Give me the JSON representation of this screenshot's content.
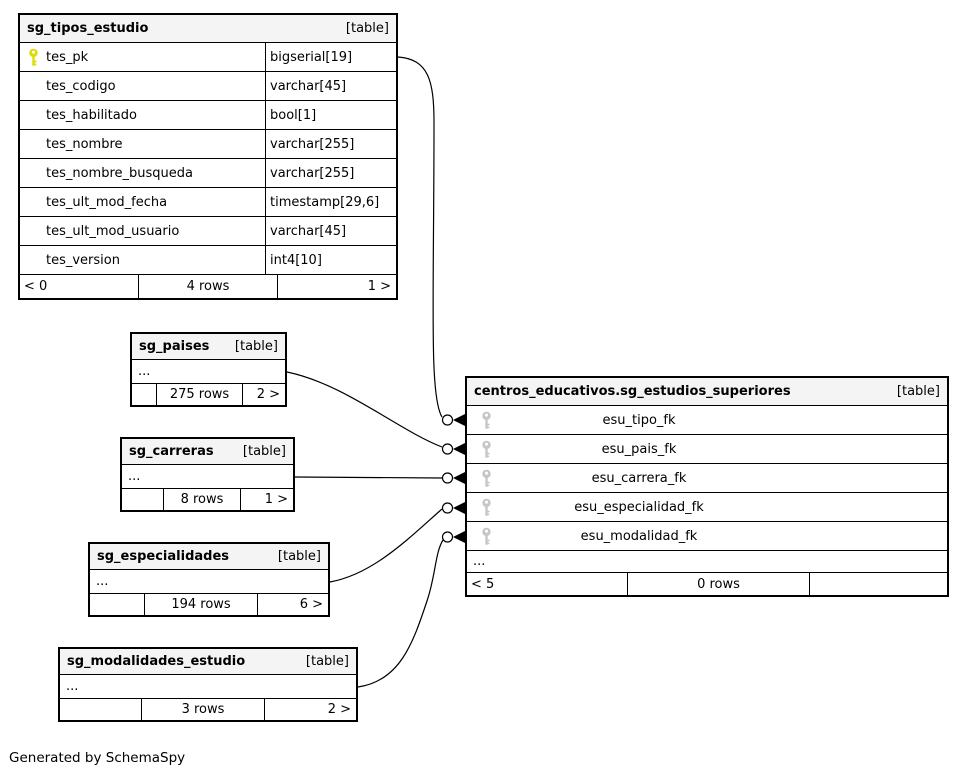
{
  "caption": "Generated by SchemaSpy",
  "colors": {
    "header_bg": "#f4f4f4",
    "border": "#000000",
    "pk_icon": "#dcdc00",
    "fk_icon": "#c6c6c6"
  },
  "tables": {
    "sg_tipos_estudio": {
      "title": "sg_tipos_estudio",
      "tag": "[table]",
      "columns": [
        {
          "name": "tes_pk",
          "type": "bigserial[19]",
          "key": "pk"
        },
        {
          "name": "tes_codigo",
          "type": "varchar[45]",
          "key": ""
        },
        {
          "name": "tes_habilitado",
          "type": "bool[1]",
          "key": ""
        },
        {
          "name": "tes_nombre",
          "type": "varchar[255]",
          "key": ""
        },
        {
          "name": "tes_nombre_busqueda",
          "type": "varchar[255]",
          "key": ""
        },
        {
          "name": "tes_ult_mod_fecha",
          "type": "timestamp[29,6]",
          "key": ""
        },
        {
          "name": "tes_ult_mod_usuario",
          "type": "varchar[45]",
          "key": ""
        },
        {
          "name": "tes_version",
          "type": "int4[10]",
          "key": ""
        }
      ],
      "footer": {
        "left": "< 0",
        "center": "4 rows",
        "right": "1 >"
      }
    },
    "sg_paises": {
      "title": "sg_paises",
      "tag": "[table]",
      "ellipsis": "...",
      "footer": {
        "left": "",
        "center": "275 rows",
        "right": "2 >"
      }
    },
    "sg_carreras": {
      "title": "sg_carreras",
      "tag": "[table]",
      "ellipsis": "...",
      "footer": {
        "left": "",
        "center": "8 rows",
        "right": "1 >"
      }
    },
    "sg_especialidades": {
      "title": "sg_especialidades",
      "tag": "[table]",
      "ellipsis": "...",
      "footer": {
        "left": "",
        "center": "194 rows",
        "right": "6 >"
      }
    },
    "sg_modalidades_estudio": {
      "title": "sg_modalidades_estudio",
      "tag": "[table]",
      "ellipsis": "...",
      "footer": {
        "left": "",
        "center": "3 rows",
        "right": "2 >"
      }
    },
    "sg_estudios_superiores": {
      "title": "centros_educativos.sg_estudios_superiores",
      "tag": "[table]",
      "columns": [
        {
          "name": "esu_tipo_fk",
          "key": "fk"
        },
        {
          "name": "esu_pais_fk",
          "key": "fk"
        },
        {
          "name": "esu_carrera_fk",
          "key": "fk"
        },
        {
          "name": "esu_especialidad_fk",
          "key": "fk"
        },
        {
          "name": "esu_modalidad_fk",
          "key": "fk"
        }
      ],
      "ellipsis": "...",
      "footer": {
        "left": "< 5",
        "center": "0 rows",
        "right": ""
      }
    }
  },
  "relationships": [
    {
      "from": "sg_tipos_estudio.tes_pk",
      "to": "centros_educativos.sg_estudios_superiores.esu_tipo_fk"
    },
    {
      "from": "sg_paises",
      "to": "centros_educativos.sg_estudios_superiores.esu_pais_fk"
    },
    {
      "from": "sg_carreras",
      "to": "centros_educativos.sg_estudios_superiores.esu_carrera_fk"
    },
    {
      "from": "sg_especialidades",
      "to": "centros_educativos.sg_estudios_superiores.esu_especialidad_fk"
    },
    {
      "from": "sg_modalidades_estudio",
      "to": "centros_educativos.sg_estudios_superiores.esu_modalidad_fk"
    }
  ]
}
